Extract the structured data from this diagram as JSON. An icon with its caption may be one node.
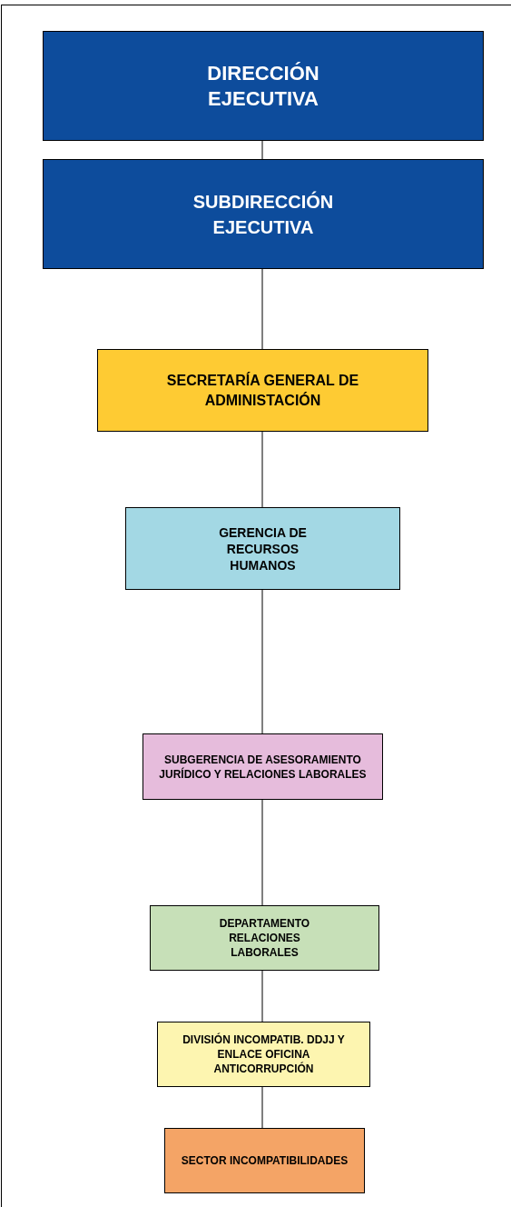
{
  "diagram": {
    "nodes": [
      {
        "text": [
          "DIRECCIÓN EJECUTIVA"
        ]
      },
      {
        "text": [
          "SUBDIRECCIÓN EJECUTIVA"
        ]
      },
      {
        "text": [
          "SECRETARÍA GENERAL DE ADMINISTACIÓN"
        ]
      },
      {
        "text": [
          "GERENCIA DE RECURSOS HUMANOS"
        ]
      },
      {
        "text": [
          "SUBGERENCIA DE ASESORAMIENTO JURÍDICO Y RELACIONES LABORALES"
        ]
      },
      {
        "text": [
          "DEPARTAMENTO RELACIONES LABORALES"
        ]
      },
      {
        "text": [
          "DIVISIÓN INCOMPATIB. DDJJ Y ENLACE OFICINA ANTICORRUPCIÓN"
        ]
      },
      {
        "text": [
          "SECTOR INCOMPATIBILIDADES"
        ]
      }
    ],
    "edges": [
      {
        "from": 0,
        "to": 1,
        "arrow": "none"
      },
      {
        "from": 1,
        "to": 2,
        "arrow": "none"
      },
      {
        "from": 2,
        "to": 3,
        "arrow": "none"
      },
      {
        "from": 3,
        "to": 4,
        "arrow": "none"
      },
      {
        "from": 4,
        "to": 5,
        "arrow": "none"
      },
      {
        "from": 5,
        "to": 6,
        "arrow": "none"
      },
      {
        "from": 6,
        "to": 7,
        "arrow": "none"
      }
    ]
  }
}
